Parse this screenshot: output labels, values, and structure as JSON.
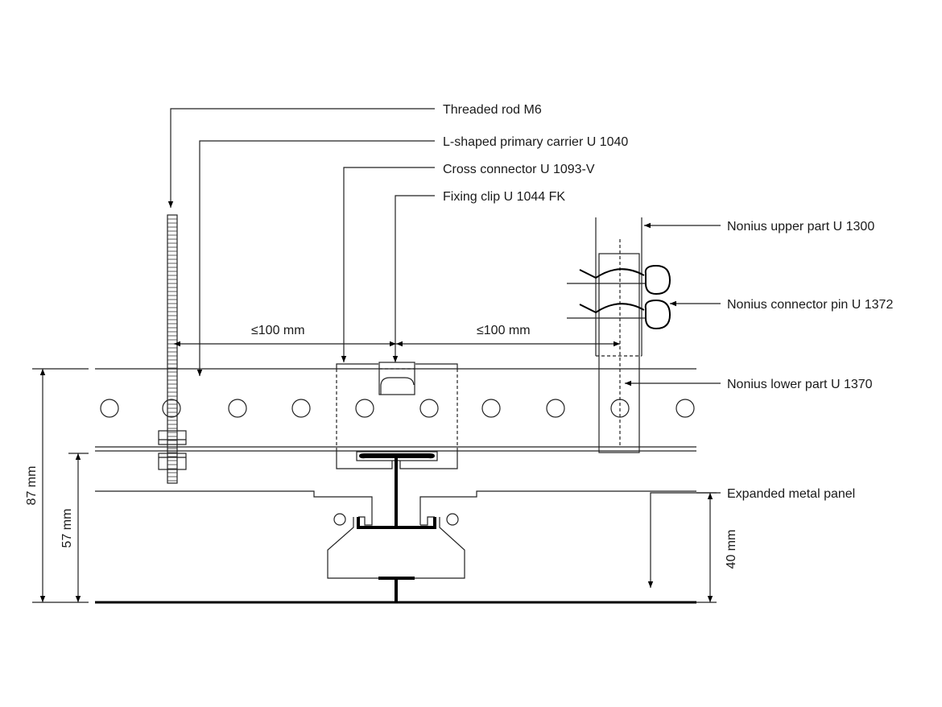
{
  "labels": {
    "threaded_rod": "Threaded rod M6",
    "primary_carrier": "L-shaped primary carrier U 1040",
    "cross_connector": "Cross connector U 1093-V",
    "fixing_clip": "Fixing clip U 1044 FK",
    "nonius_upper": "Nonius upper part U 1300",
    "nonius_pin": "Nonius connector pin U 1372",
    "nonius_lower": "Nonius lower part U 1370",
    "panel": "Expanded metal panel"
  },
  "dimensions": {
    "spacing_left": "≤100 mm",
    "spacing_right": "≤100 mm",
    "total_height": "87 mm",
    "lower_height": "57 mm",
    "panel_height": "40 mm"
  }
}
